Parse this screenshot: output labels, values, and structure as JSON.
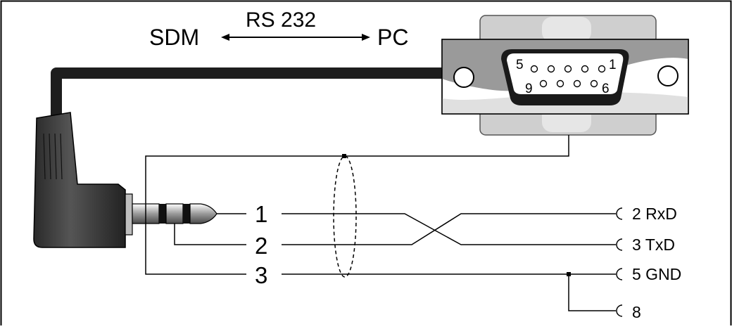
{
  "title": {
    "left": "SDM",
    "center": "RS 232",
    "right": "PC"
  },
  "connector": {
    "type": "DB9",
    "pin_labels": {
      "top_left": "5",
      "top_right": "1",
      "bottom_left": "9",
      "bottom_right": "6"
    }
  },
  "jack": {
    "contacts": [
      "1",
      "2",
      "3"
    ]
  },
  "signals": [
    {
      "pin": "2",
      "name": "RxD"
    },
    {
      "pin": "3",
      "name": "TxD"
    },
    {
      "pin": "5",
      "name": "GND"
    },
    {
      "pin": "8",
      "name": ""
    }
  ],
  "labels": {
    "sig_rxd": "2 RxD",
    "sig_txd": "3 TxD",
    "sig_gnd": "5 GND",
    "sig_8": "8"
  },
  "colors": {
    "cable": "#1e1e1e",
    "connector_shell": "#c8c8c8",
    "connector_body": "#999999",
    "line": "#000000"
  }
}
